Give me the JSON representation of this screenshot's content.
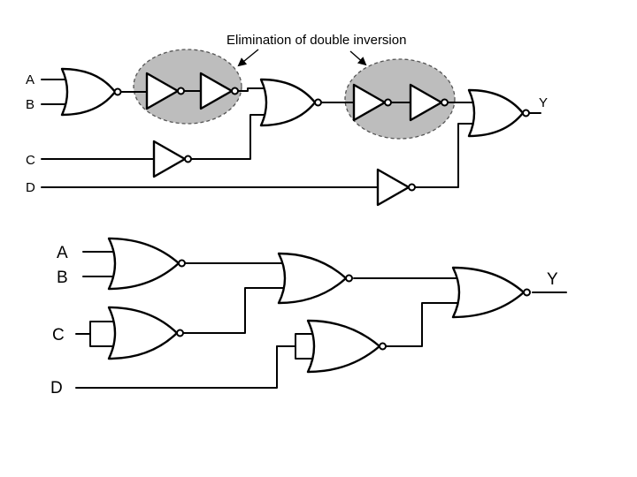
{
  "annotation": "Elimination of double inversion",
  "top_circuit": {
    "inputs": [
      "A",
      "B",
      "C",
      "D"
    ],
    "output": "Y"
  },
  "bottom_circuit": {
    "inputs": [
      "A",
      "B",
      "C",
      "D"
    ],
    "output": "Y"
  },
  "colors": {
    "highlight": "#bdbdbd",
    "line": "#000000"
  }
}
